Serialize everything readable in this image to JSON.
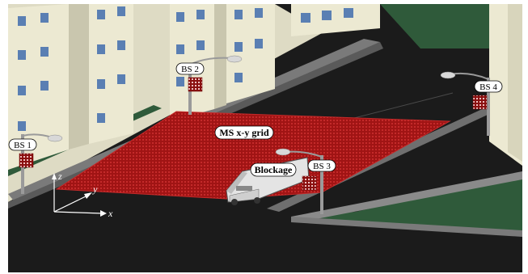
{
  "base_stations": [
    {
      "label": "BS 1"
    },
    {
      "label": "BS 2"
    },
    {
      "label": "BS 3"
    },
    {
      "label": "BS 4"
    }
  ],
  "grid_label": "MS x-y grid",
  "blockage_label": "Blockage",
  "axes": {
    "x": "x",
    "y": "y",
    "z": "z"
  },
  "colors": {
    "grid": "#b01818",
    "road": "#1b1b1b",
    "sidewalk": "#6f6f6f",
    "grass": "#2f5a3a",
    "building": "#ece9d2",
    "window": "#5a7fb3",
    "pole": "#9a9a9a"
  }
}
